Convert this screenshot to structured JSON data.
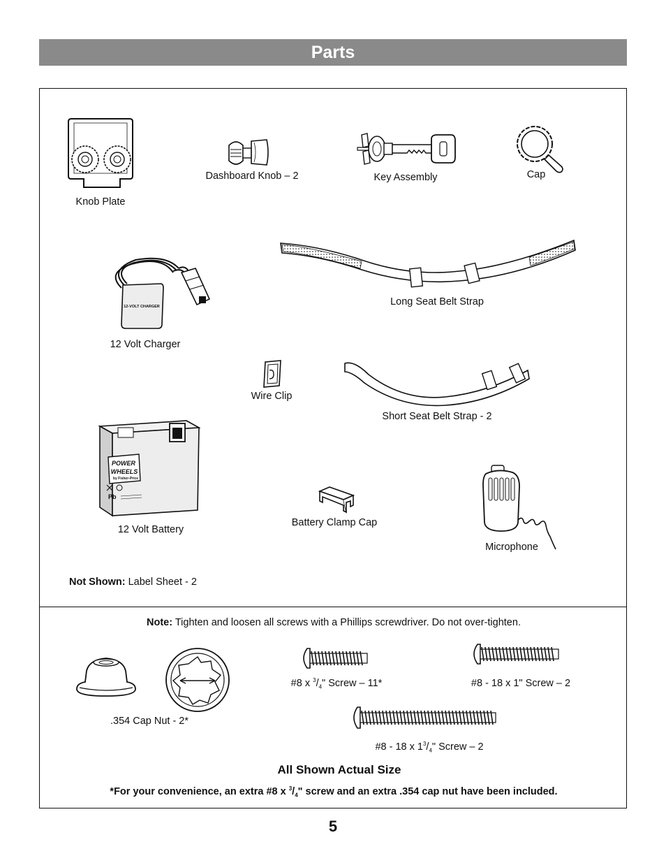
{
  "page": {
    "title": "Parts",
    "number": "5"
  },
  "parts": {
    "knob_plate": "Knob Plate",
    "dashboard_knob": "Dashboard Knob – 2",
    "key_assembly": "Key Assembly",
    "cap": "Cap",
    "long_seat_belt_strap": "Long Seat Belt Strap",
    "charger": "12 Volt Charger",
    "charger_label": "12-VOLT CHARGER",
    "wire_clip": "Wire Clip",
    "short_seat_belt_strap": "Short Seat Belt Strap - 2",
    "battery": "12 Volt Battery",
    "battery_brand_1": "POWER",
    "battery_brand_2": "WHEELS",
    "battery_brand_3": "by Fisher-Price",
    "battery_clamp_cap": "Battery Clamp Cap",
    "microphone": "Microphone",
    "not_shown_label": "Not Shown:",
    "not_shown_value": "Label Sheet - 2"
  },
  "hardware": {
    "note_label": "Note:",
    "note_text": "Tighten and loosen all screws with a Phillips screwdriver. Do not over-tighten.",
    "cap_nut": ".354 Cap Nut - 2*",
    "screw_34_prefix": "#8 x ",
    "screw_34_num": "3",
    "screw_34_den": "4",
    "screw_34_suffix": "\" Screw – 11*",
    "screw_1in": "#8 - 18 x 1\" Screw – 2",
    "screw_134_prefix": "#8 - 18 x 1",
    "screw_134_num": "3",
    "screw_134_den": "4",
    "screw_134_suffix": "\" Screw – 2",
    "heading": "All Shown Actual Size",
    "footnote_prefix": "*For your convenience, an extra #8 x ",
    "footnote_num": "3",
    "footnote_den": "4",
    "footnote_suffix": "\" screw and an extra .354 cap nut have been included."
  }
}
